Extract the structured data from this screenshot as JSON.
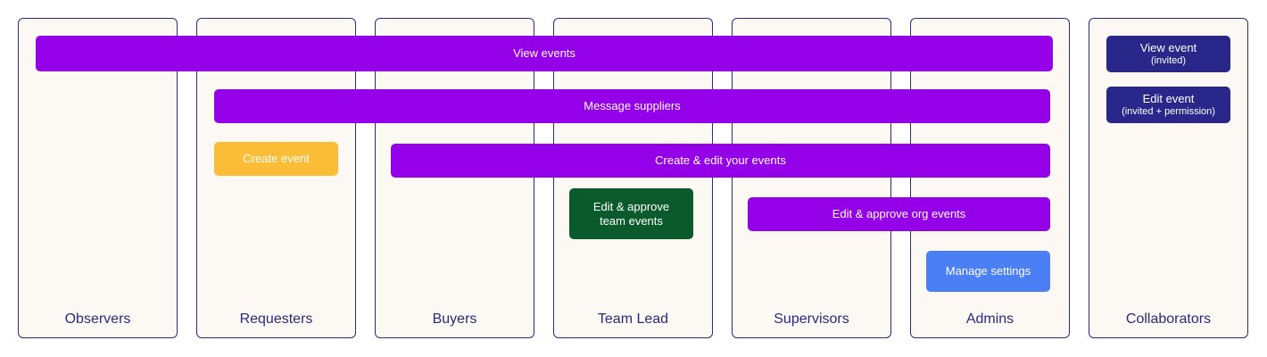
{
  "roles": [
    {
      "id": "observers",
      "label": "Observers"
    },
    {
      "id": "requesters",
      "label": "Requesters"
    },
    {
      "id": "buyers",
      "label": "Buyers"
    },
    {
      "id": "team-lead",
      "label": "Team Lead"
    },
    {
      "id": "supervisors",
      "label": "Supervisors"
    },
    {
      "id": "admins",
      "label": "Admins"
    },
    {
      "id": "collaborators",
      "label": "Collaborators"
    }
  ],
  "permissions": {
    "view_events": "View events",
    "message_suppliers": "Message suppliers",
    "create_event": "Create event",
    "create_edit_your_events": "Create & edit your events",
    "edit_approve_team_events_line1": "Edit & approve",
    "edit_approve_team_events_line2": "team events",
    "edit_approve_org_events": "Edit & approve org events",
    "manage_settings": "Manage settings",
    "view_event_invited": "View event",
    "view_event_invited_note": "(invited)",
    "edit_event": "Edit event",
    "edit_event_note": "(invited + permission)"
  },
  "colors": {
    "shared_permission": "#9400e8",
    "create_event": "#fbbd35",
    "team_events": "#0b5a2c",
    "manage_settings": "#4a7ff5",
    "collaborator_permission": "#29288a",
    "column_border": "#2e2a8a",
    "column_fill": "#fcf9f5"
  }
}
